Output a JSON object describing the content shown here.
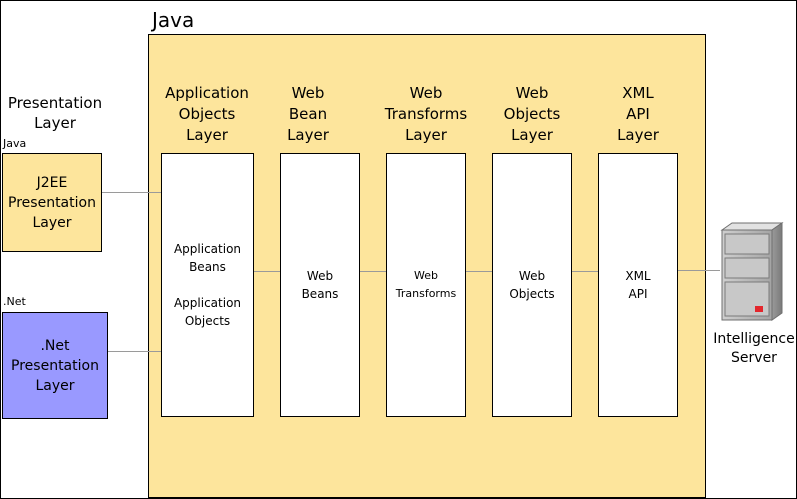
{
  "java_container": {
    "title": "Java",
    "fill": "#fde59c"
  },
  "presentation": {
    "title_lines": [
      "Presentation",
      "Layer"
    ],
    "java_label": "Java",
    "dotnet_label": ".Net",
    "j2ee": {
      "lines": [
        "J2EE",
        "Presentation",
        "Layer"
      ],
      "fill": "#fde59c"
    },
    "dotnet": {
      "lines": [
        ".Net",
        "Presentation",
        "Layer"
      ],
      "fill": "#9999ff"
    }
  },
  "layers": [
    {
      "title_lines": [
        "Application",
        "Objects",
        "Layer"
      ],
      "content_lines": [
        "Application",
        "Beans",
        "",
        "Application",
        "Objects"
      ]
    },
    {
      "title_lines": [
        "Web",
        "Bean",
        "Layer"
      ],
      "content_lines": [
        "Web",
        "Beans"
      ]
    },
    {
      "title_lines": [
        "Web",
        "Transforms",
        "Layer"
      ],
      "content_lines": [
        "Web",
        "Transforms"
      ]
    },
    {
      "title_lines": [
        "Web",
        "Objects",
        "Layer"
      ],
      "content_lines": [
        "Web",
        "Objects"
      ]
    },
    {
      "title_lines": [
        "XML",
        "API",
        "Layer"
      ],
      "content_lines": [
        "XML",
        "API"
      ]
    }
  ],
  "server": {
    "label_lines": [
      "Intelligence",
      "Server"
    ],
    "icon": "server-icon",
    "led_color": "#e3262c"
  }
}
